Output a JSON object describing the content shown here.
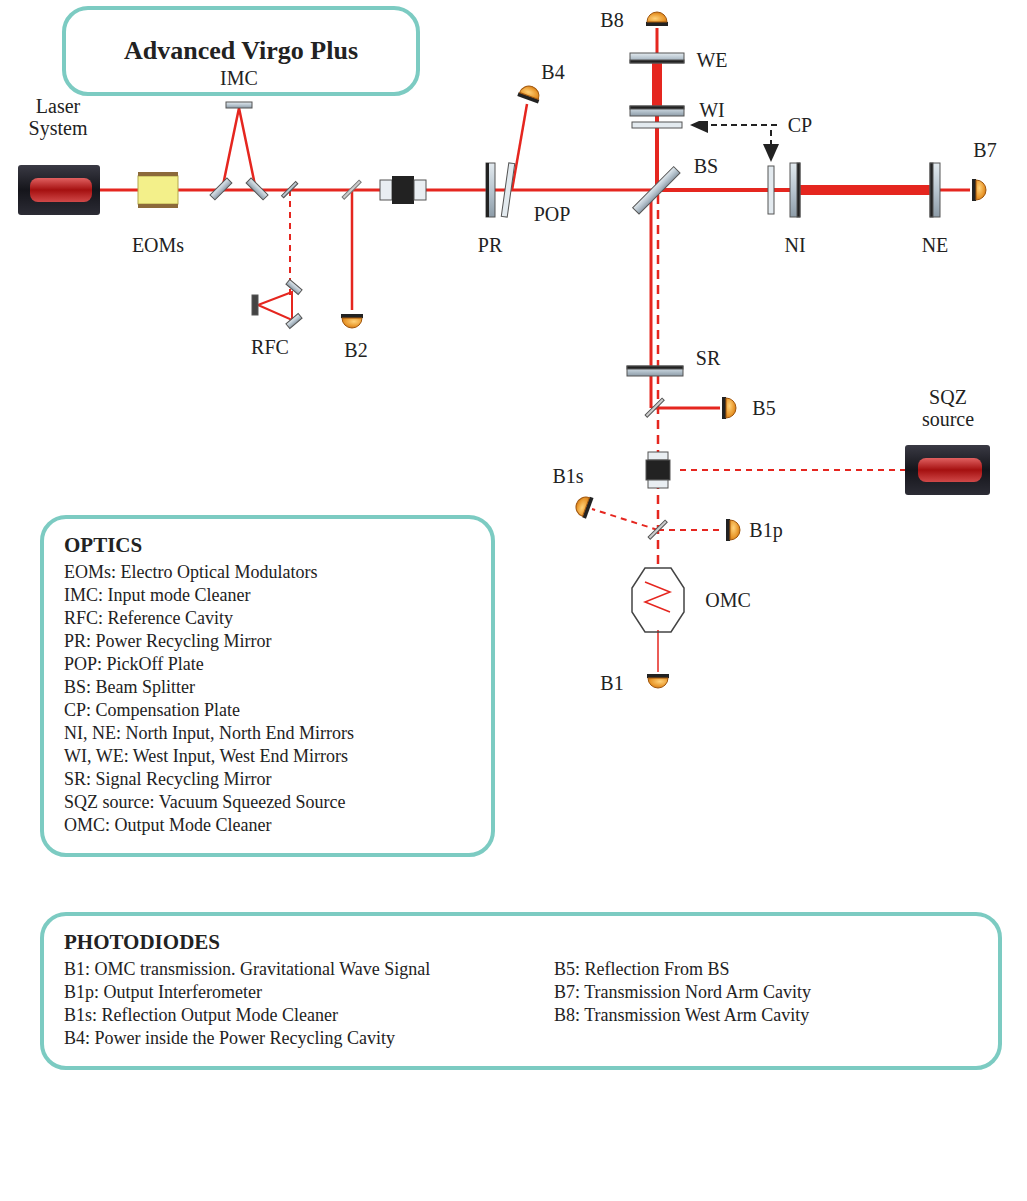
{
  "diagram": {
    "nodes": [
      {
        "text": [
          "Advanced Virgo Plus"
        ]
      },
      {
        "text": [
          "OPTICS",
          "EOMs: Electro Optical Modulators",
          "IMC: Input mode Cleaner",
          "RFC: Reference Cavity",
          "PR: Power Recycling Mirror",
          "POP: PickOff Plate",
          "BS: Beam Splitter",
          "CP: Compensation Plate",
          "NI, NE: North Input, North End Mirrors",
          "WI, WE: West Input, West End Mirrors",
          "SR: Signal Recycling Mirror",
          "SQZ source: Vacuum Squeezed Source",
          "OMC: Output Mode Cleaner"
        ]
      },
      {
        "text": [
          "PHOTODIODES",
          "B1: OMC transmission. Gravitational Wave Signal",
          "B1p: Output Interferometer",
          "B1s: Reflection Output Mode Cleaner",
          "B4: Power inside the Power Recycling Cavity",
          "B5: Reflection From BS",
          "B7: Transmission Nord Arm Cavity",
          "B8: Transmission West Arm Cavity"
        ]
      }
    ],
    "labels": [
      "B8",
      "WE",
      "IMC",
      "WI",
      "CP",
      "B4",
      "Laser System",
      "BS",
      "B7",
      "POP",
      "EOMs",
      "NI",
      "NE",
      "PR",
      "B2",
      "RFC",
      "SR",
      "B5",
      "SQZ source",
      "B1s",
      "B1p",
      "OMC",
      "B1"
    ]
  }
}
